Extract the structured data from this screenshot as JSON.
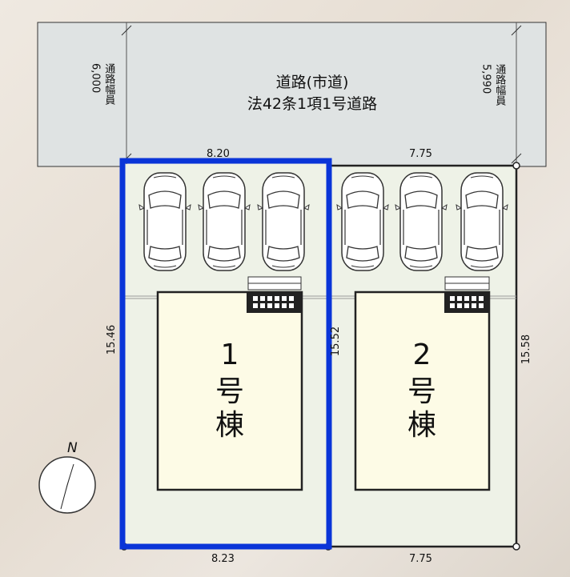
{
  "road": {
    "name": "道路(市道)",
    "designation": "法42条1項1号道路",
    "width_label": "通路幅員",
    "width_left": "6,000",
    "width_right": "5,990"
  },
  "dimensions": {
    "top_lot1": "8.20",
    "top_lot2": "7.75",
    "bottom_lot1": "8.23",
    "bottom_lot2": "7.75",
    "left": "15.46",
    "middle": "15.52",
    "right": "15.58"
  },
  "buildings": [
    {
      "number": "1",
      "char1": "号",
      "char2": "棟"
    },
    {
      "number": "2",
      "char1": "号",
      "char2": "棟"
    }
  ],
  "compass": {
    "label": "N"
  },
  "colors": {
    "highlight": "#0a35d8",
    "lot_fill": "#eef2e7",
    "house_fill": "#fdfbe6",
    "road_fill": "#dfe3e3"
  }
}
